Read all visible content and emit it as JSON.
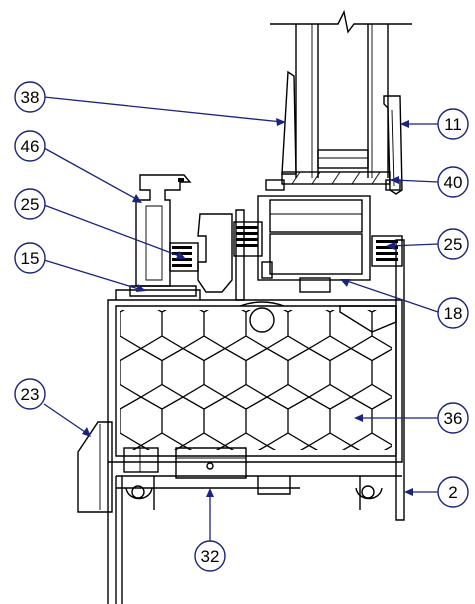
{
  "diagram": {
    "callouts": [
      {
        "id": "38",
        "label": "38"
      },
      {
        "id": "11",
        "label": "11"
      },
      {
        "id": "46",
        "label": "46"
      },
      {
        "id": "40",
        "label": "40"
      },
      {
        "id": "25-left",
        "label": "25"
      },
      {
        "id": "25-right",
        "label": "25"
      },
      {
        "id": "15",
        "label": "15"
      },
      {
        "id": "18",
        "label": "18"
      },
      {
        "id": "23",
        "label": "23"
      },
      {
        "id": "36",
        "label": "36"
      },
      {
        "id": "2",
        "label": "2"
      },
      {
        "id": "32",
        "label": "32"
      }
    ],
    "colors": {
      "ink": "#000000",
      "leader": "#1a237e",
      "background": "#ffffff"
    }
  }
}
